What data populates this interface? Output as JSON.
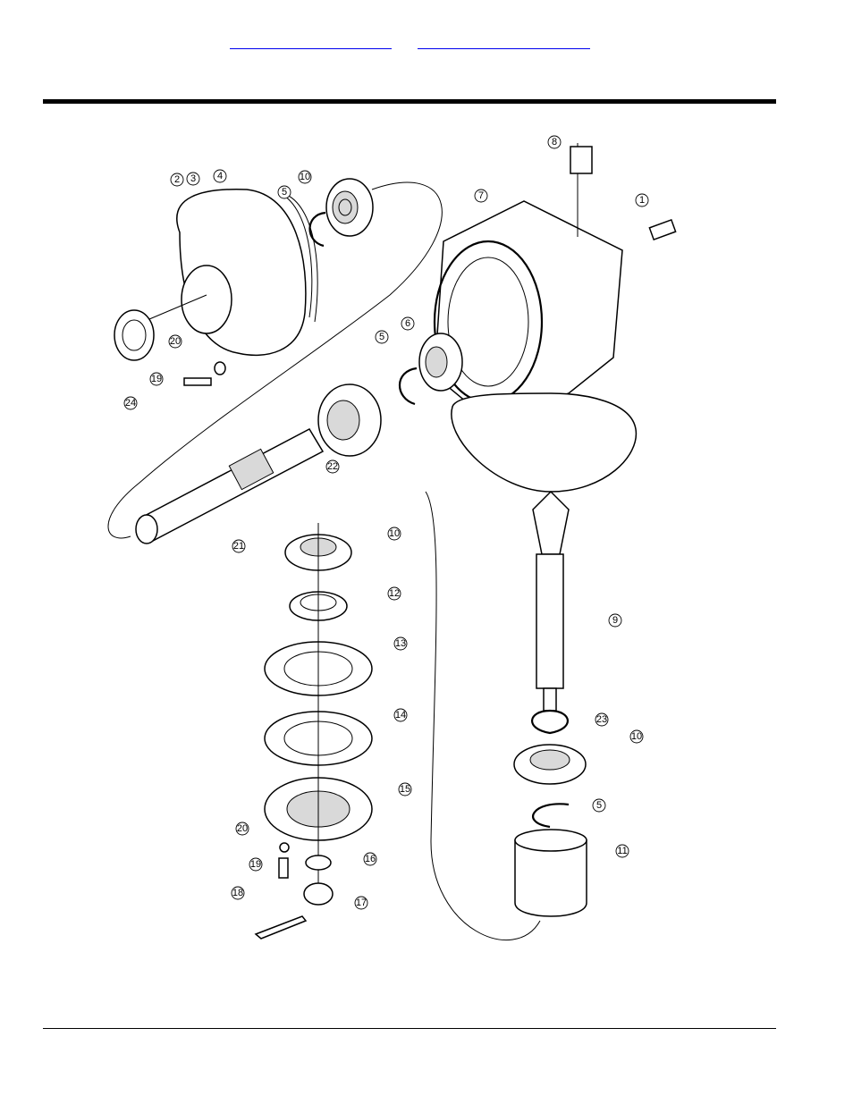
{
  "header": {
    "links": [
      "",
      ""
    ]
  },
  "diagram": {
    "callouts": [
      {
        "id": "c1",
        "label": "1"
      },
      {
        "id": "c2",
        "label": "2"
      },
      {
        "id": "c3",
        "label": "3"
      },
      {
        "id": "c4",
        "label": "4"
      },
      {
        "id": "c5a",
        "label": "5"
      },
      {
        "id": "c10a",
        "label": "10"
      },
      {
        "id": "c7",
        "label": "7"
      },
      {
        "id": "c8",
        "label": "8"
      },
      {
        "id": "c5b",
        "label": "5"
      },
      {
        "id": "c6",
        "label": "6"
      },
      {
        "id": "c20a",
        "label": "20"
      },
      {
        "id": "c19a",
        "label": "19"
      },
      {
        "id": "c24",
        "label": "24"
      },
      {
        "id": "c22",
        "label": "22"
      },
      {
        "id": "c21",
        "label": "21"
      },
      {
        "id": "c10b",
        "label": "10"
      },
      {
        "id": "c12",
        "label": "12"
      },
      {
        "id": "c13",
        "label": "13"
      },
      {
        "id": "c14",
        "label": "14"
      },
      {
        "id": "c15",
        "label": "15"
      },
      {
        "id": "c20b",
        "label": "20"
      },
      {
        "id": "c19b",
        "label": "19"
      },
      {
        "id": "c16",
        "label": "16"
      },
      {
        "id": "c17",
        "label": "17"
      },
      {
        "id": "c18",
        "label": "18"
      },
      {
        "id": "c9",
        "label": "9"
      },
      {
        "id": "c23",
        "label": "23"
      },
      {
        "id": "c10c",
        "label": "10"
      },
      {
        "id": "c5c",
        "label": "5"
      },
      {
        "id": "c11",
        "label": "11"
      }
    ]
  }
}
